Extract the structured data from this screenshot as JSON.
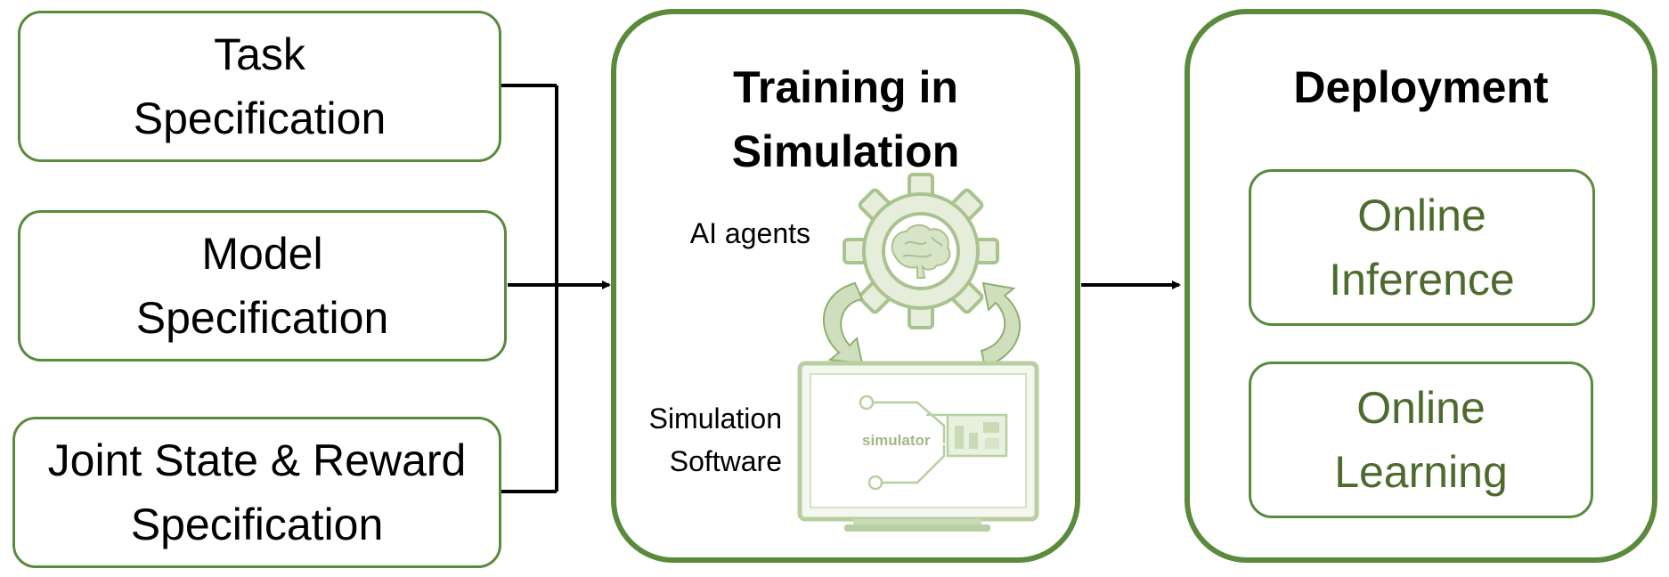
{
  "inputs": [
    {
      "lines": [
        "Task",
        "Specification"
      ]
    },
    {
      "lines": [
        "Model",
        "Specification"
      ]
    },
    {
      "lines": [
        "Joint State & Reward",
        "Specification"
      ]
    }
  ],
  "training": {
    "title_lines": [
      "Training in",
      "Simulation"
    ],
    "agents_label": "AI agents",
    "software_label_lines": [
      "Simulation",
      "Software"
    ],
    "screen_text": "simulator"
  },
  "deployment": {
    "title": "Deployment",
    "items": [
      {
        "lines": [
          "Online",
          "Inference"
        ]
      },
      {
        "lines": [
          "Online",
          "Learning"
        ]
      }
    ]
  },
  "colors": {
    "border_green": "#5a8a3c",
    "deploy_text": "#4d6b2e",
    "illustration_green": "#a9c38f",
    "arrow": "#000000"
  },
  "icons": [
    "gear-brain-icon",
    "cycle-arrow-icon",
    "monitor-icon"
  ]
}
